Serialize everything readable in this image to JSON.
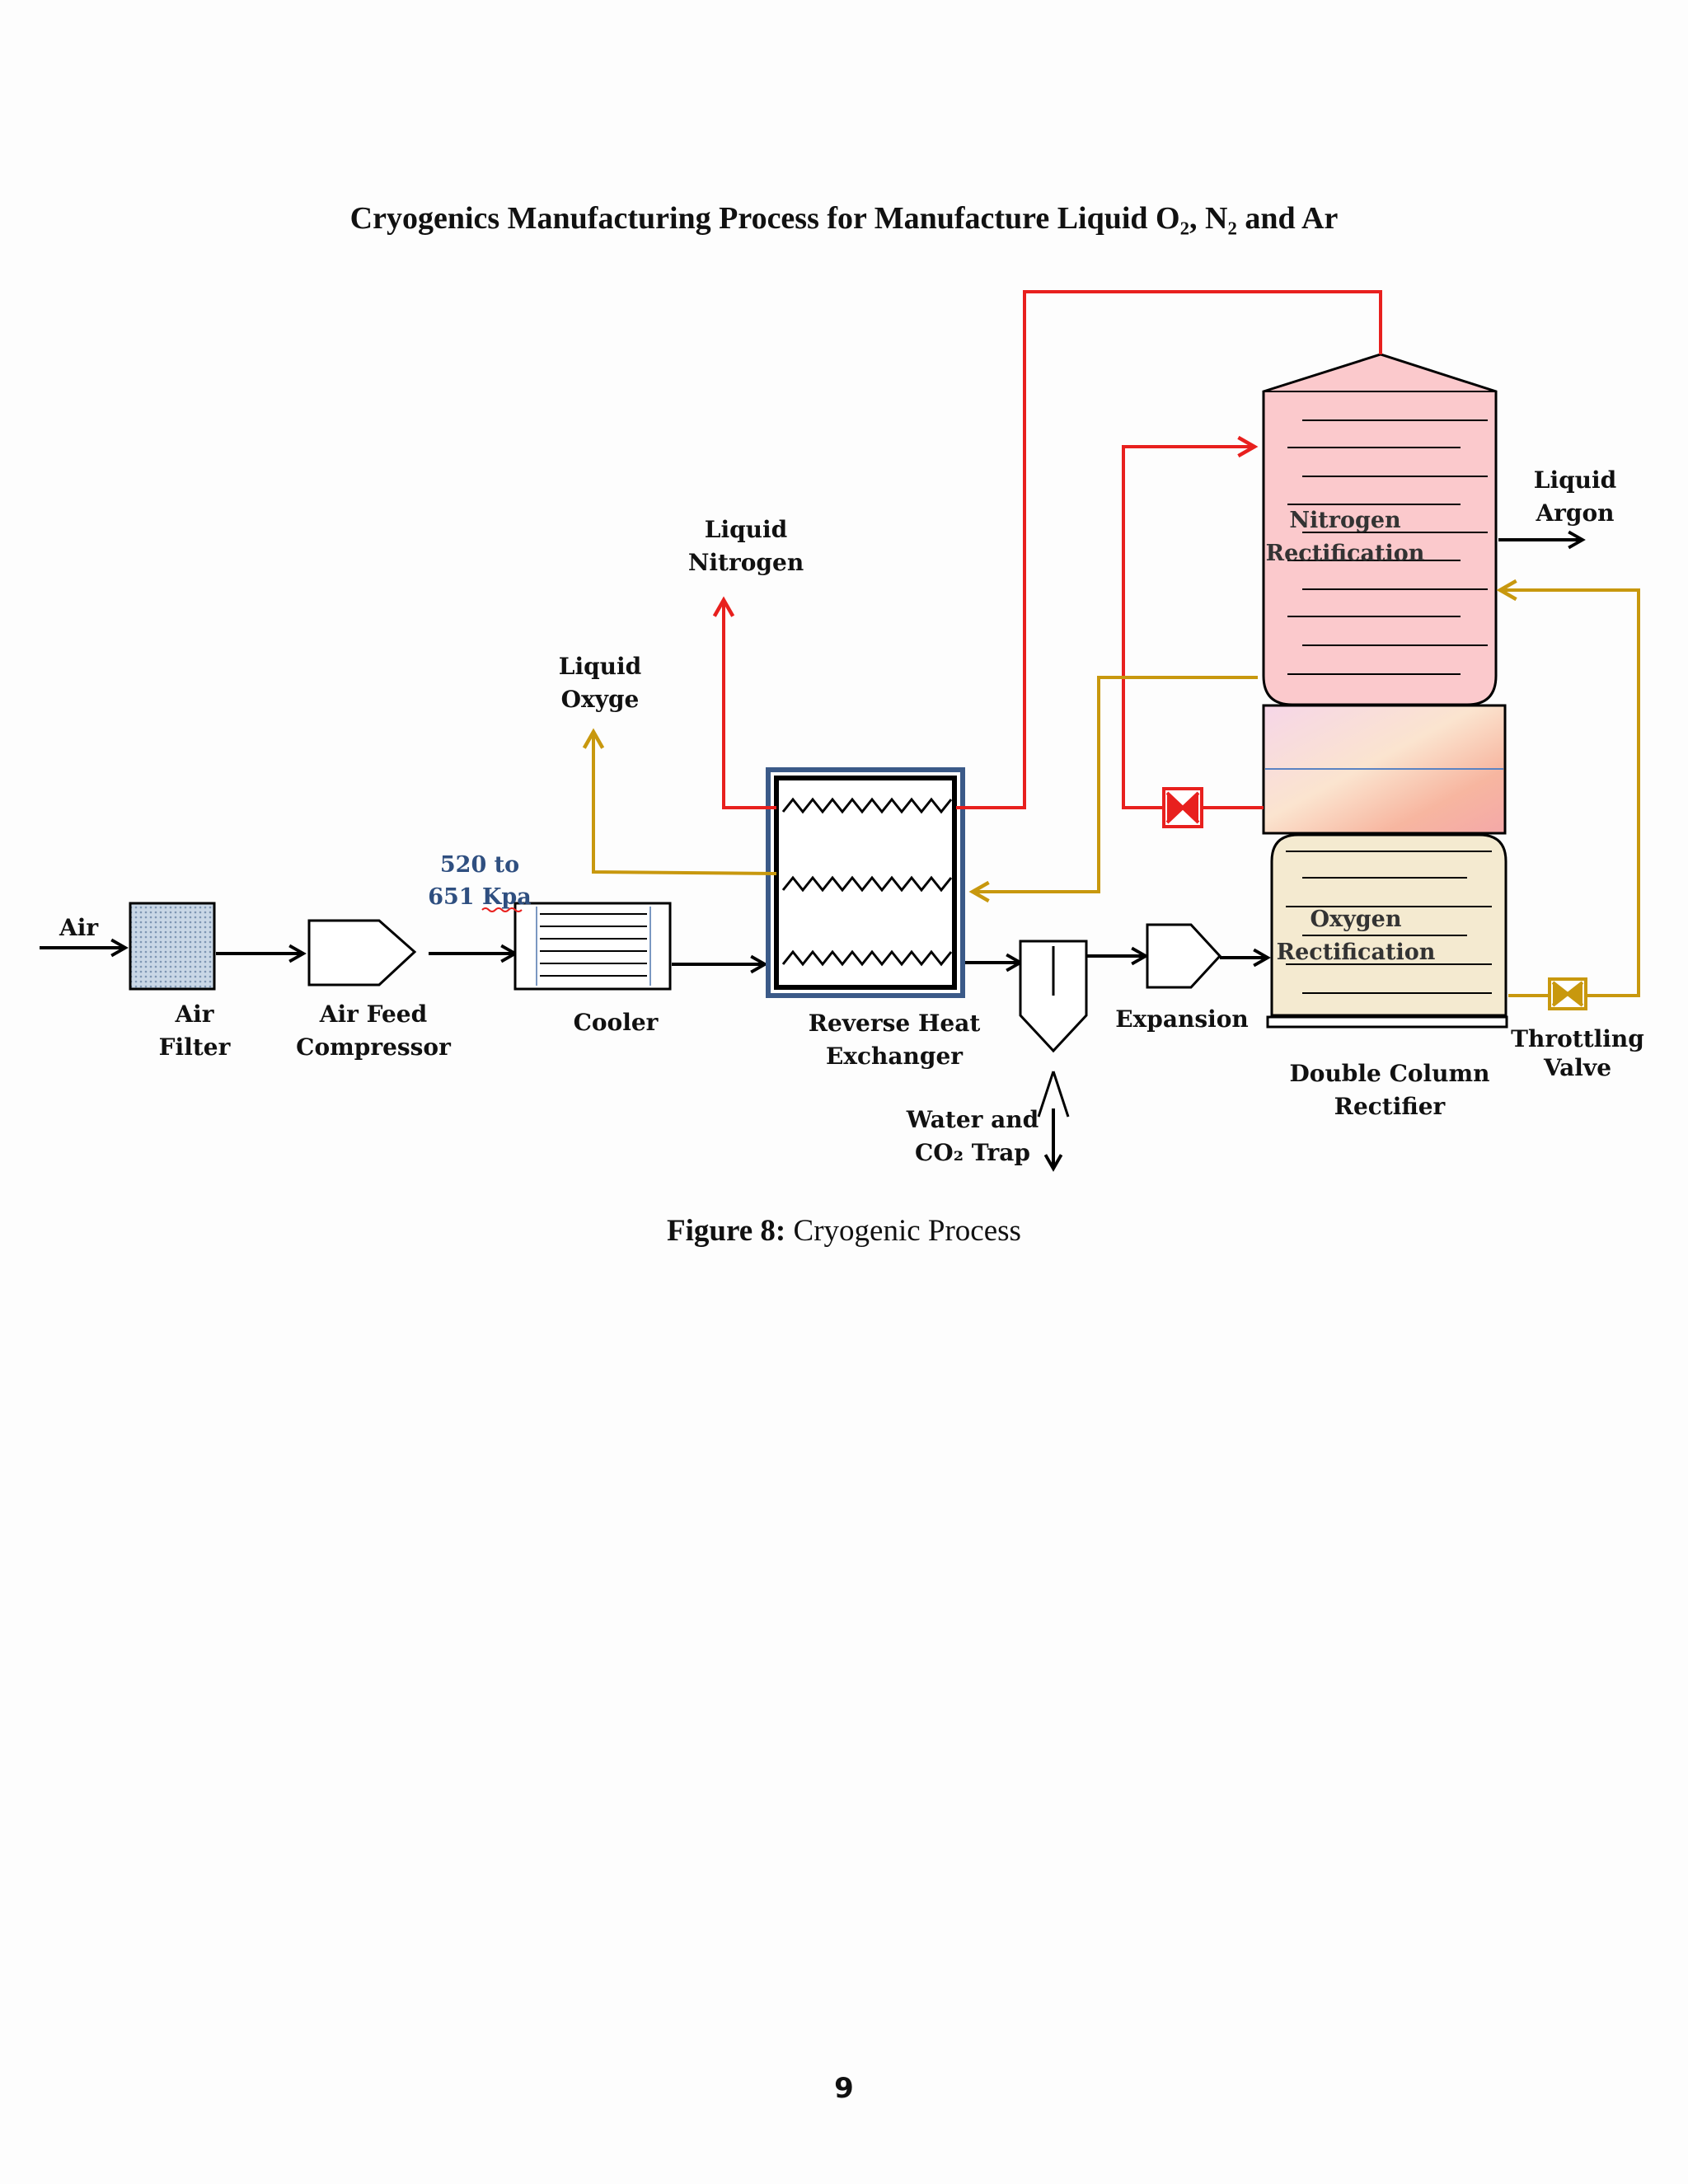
{
  "page": {
    "title": "Cryogenics Manufacturing Process for Manufacture Liquid O₂, N₂ and Ar",
    "page_number": "9"
  },
  "figure": {
    "caption_label": "Figure 8:",
    "caption_text": " Cryogenic Process"
  },
  "labels": {
    "air_in": "Air",
    "air_filter": [
      "Air",
      "Filter"
    ],
    "air_feed_compressor": [
      "Air Feed",
      "Compressor"
    ],
    "pressure": [
      "520 to",
      "651 Kpa"
    ],
    "cooler": "Cooler",
    "liquid_oxygen": [
      "Liquid",
      "Oxyge"
    ],
    "liquid_nitrogen": [
      "Liquid",
      "Nitrogen"
    ],
    "reverse_heat_exchanger": [
      "Reverse Heat",
      "Exchanger"
    ],
    "water_co2_trap": [
      "Water and",
      "CO₂ Trap"
    ],
    "expansion": "Expansion",
    "nitrogen_rectification": [
      "Nitrogen",
      "Rectification"
    ],
    "oxygen_rectification": [
      "Oxygen",
      "Rectification"
    ],
    "double_column_rectifier": [
      "Double Column",
      "Rectifier"
    ],
    "liquid_argon": [
      "Liquid",
      "Argon"
    ],
    "throttling_valve": [
      "Throttling",
      "Valve"
    ]
  },
  "colors": {
    "nitrogen_line": "#e8201e",
    "oxygen_line": "#c8980e",
    "main_line": "#000000",
    "nitrogen_column_fill": "#fbc9cc",
    "oxygen_column_fill": "#f4ead0",
    "heat_exchanger_frame": "#3b5a88",
    "pressure_text": "#2f4f80"
  }
}
